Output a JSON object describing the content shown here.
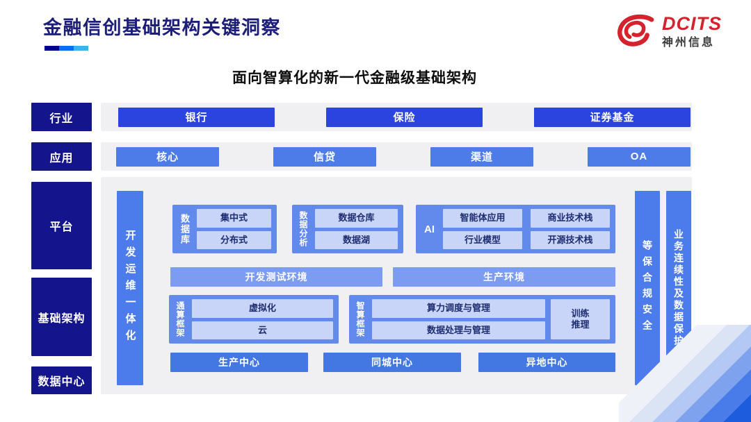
{
  "page": {
    "title": "金融信创基础架构关键洞察",
    "subtitle": "面向智算化的新一代金融级基础架构"
  },
  "logo": {
    "brand": "DCITS",
    "company": "神州信息",
    "brand_color": "#d5232e"
  },
  "colors": {
    "label_navy": "#14148c",
    "industry_blue": "#2b43df",
    "app_blue": "#4d7ce9",
    "group_blue": "#6289ec",
    "env_blue": "#7b9cf0",
    "center_blue": "#4377e2",
    "light_box": "#c9d5f8",
    "panel_gray": "#f0f0f2"
  },
  "diagram": {
    "industry": {
      "label": "行业",
      "items": [
        "银行",
        "保险",
        "证券基金"
      ]
    },
    "application": {
      "label": "应用",
      "items": [
        "核心",
        "信贷",
        "渠道",
        "OA"
      ]
    },
    "platform": {
      "label": "平台"
    },
    "infrastructure": {
      "label": "基础架构"
    },
    "datacenter": {
      "label": "数据中心"
    },
    "left_bar": "开发运维一体化",
    "right_bars": [
      "等保合规安全",
      "业务连续性及数据保护"
    ],
    "database": {
      "label": "数据库",
      "items": [
        "集中式",
        "分布式"
      ]
    },
    "analytics": {
      "label": "数据分析",
      "items": [
        "数据仓库",
        "数据湖"
      ]
    },
    "ai": {
      "label": "AI",
      "items": [
        "智能体应用",
        "商业技术栈",
        "行业模型",
        "开源技术栈"
      ]
    },
    "envs": [
      "开发测试环境",
      "生产环境"
    ],
    "general_fw": {
      "label": "通算框架",
      "items": [
        "虚拟化",
        "云"
      ]
    },
    "intelligent_fw": {
      "label": "智算框架",
      "items": [
        "算力调度与管理",
        "数据处理与管理"
      ],
      "side_line1": "训练",
      "side_line2": "推理"
    },
    "centers": [
      "生产中心",
      "同城中心",
      "异地中心"
    ]
  }
}
